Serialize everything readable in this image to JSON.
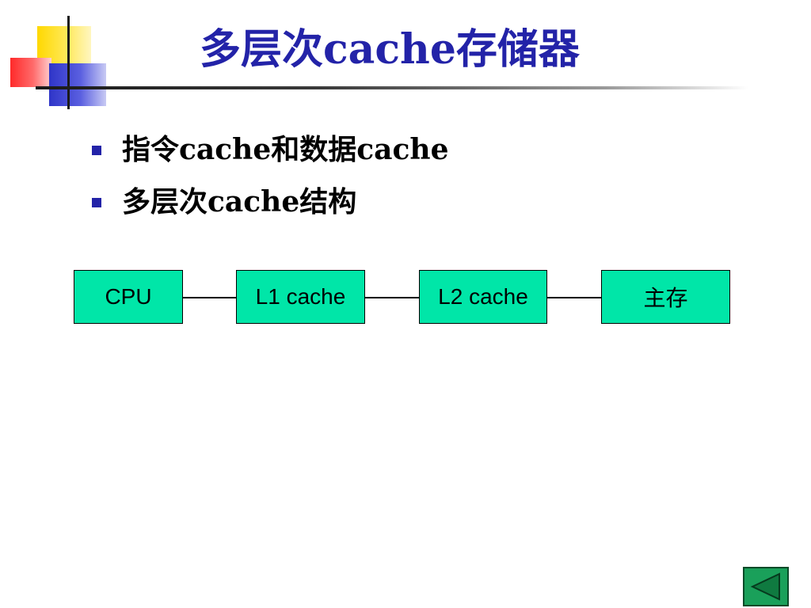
{
  "slide": {
    "title": "多层次cache存储器",
    "bullets": [
      {
        "text": "指令cache和数据cache"
      },
      {
        "text": "多层次cache结构"
      }
    ]
  },
  "diagram": {
    "nodes": [
      {
        "label": "CPU"
      },
      {
        "label": "L1 cache"
      },
      {
        "label": "L2 cache"
      },
      {
        "label": "主存"
      }
    ]
  },
  "nav": {
    "back_icon": "back-triangle-icon"
  },
  "colors": {
    "title": "#2323a8",
    "node_fill": "#00e6a8",
    "nav_button": "#1aa05a"
  }
}
